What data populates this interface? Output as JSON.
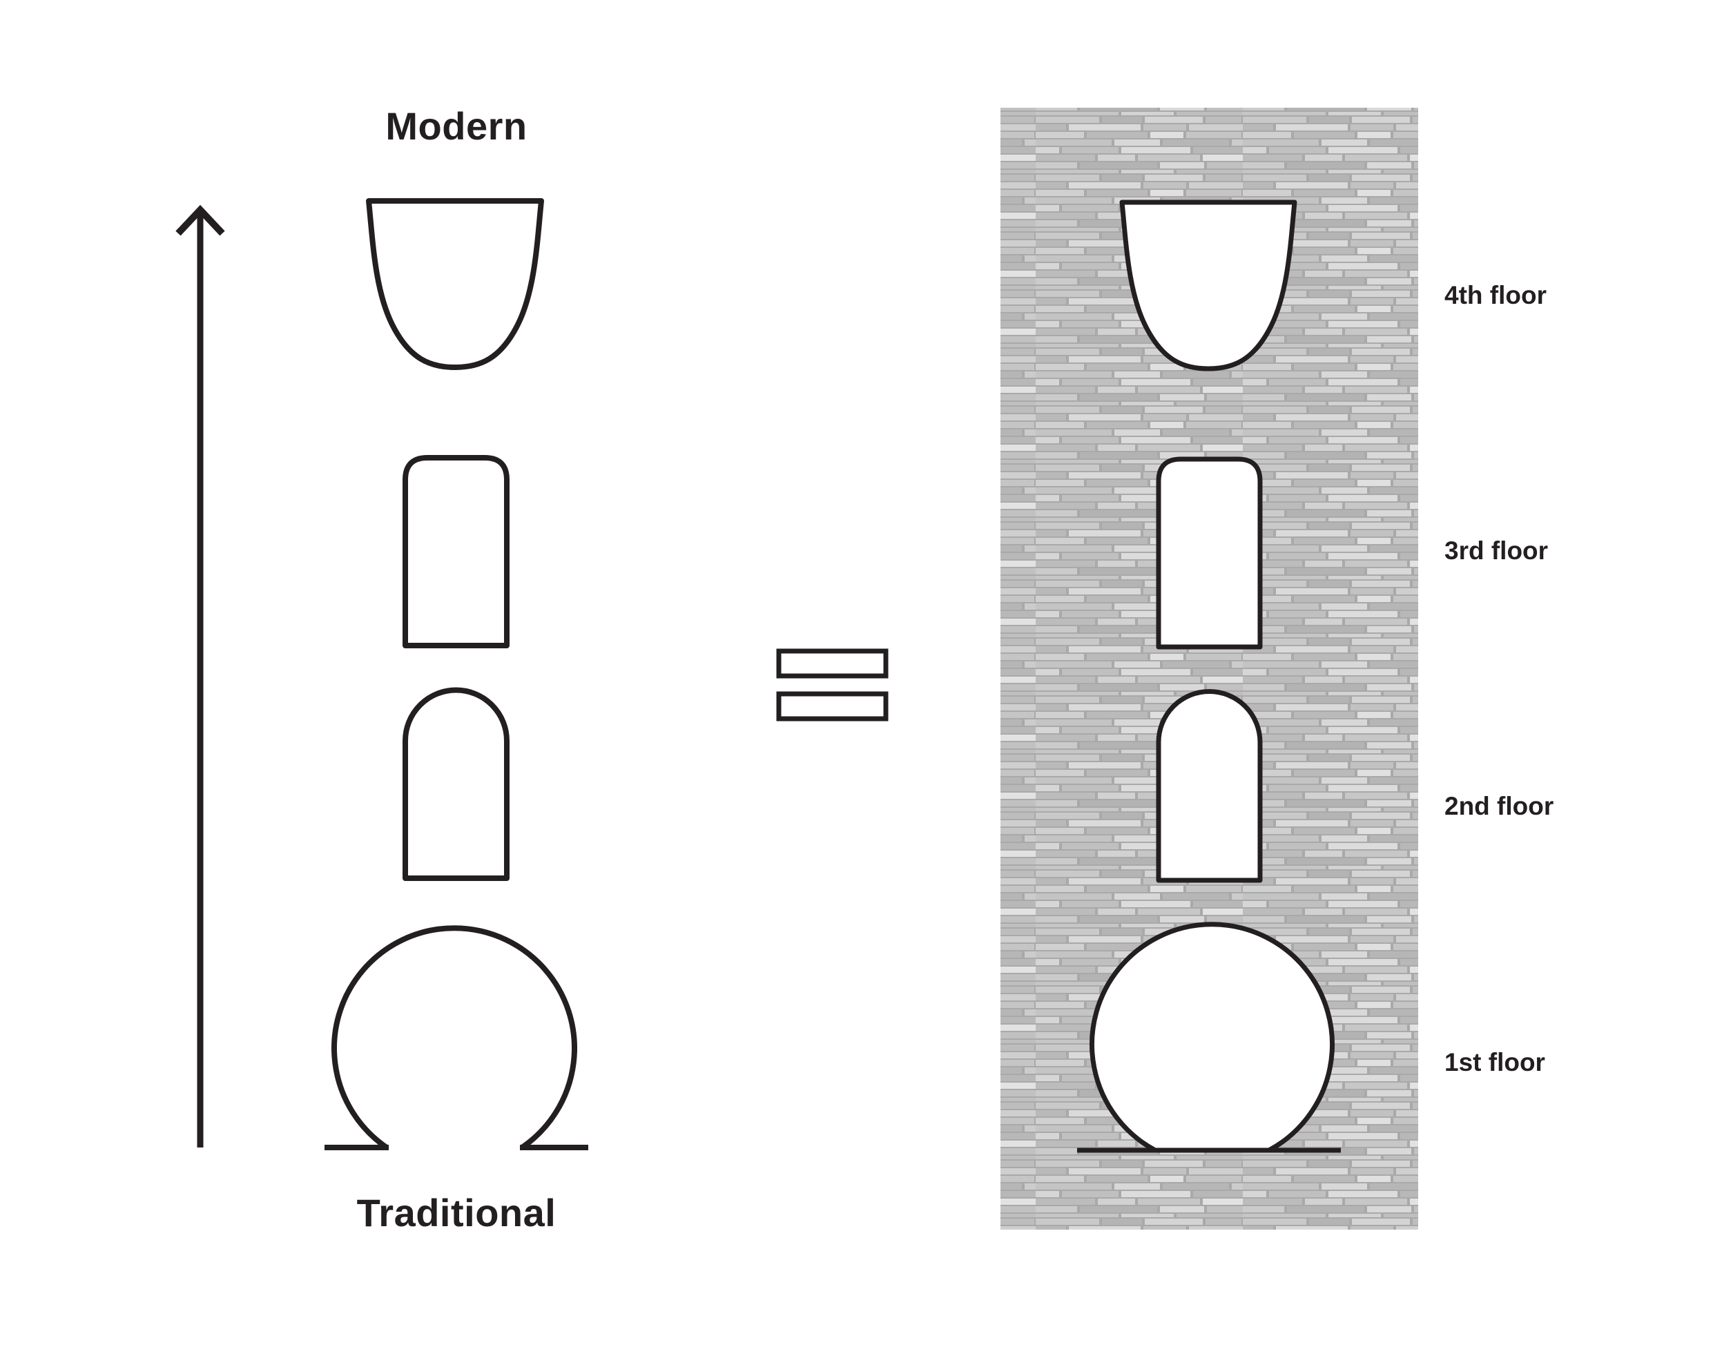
{
  "diagram": {
    "axis": {
      "top_label": "Modern",
      "bottom_label": "Traditional"
    },
    "equals_symbol": "=",
    "floors": [
      {
        "label": "4th floor",
        "opening_shape": "bowl"
      },
      {
        "label": "3rd floor",
        "opening_shape": "rounded-rectangle"
      },
      {
        "label": "2nd floor",
        "opening_shape": "round-arch"
      },
      {
        "label": "1st floor",
        "opening_shape": "circular-arch"
      }
    ],
    "colors": {
      "stroke": "#231f20",
      "wall_texture": "#a6a6a6",
      "background": "#ffffff"
    }
  }
}
